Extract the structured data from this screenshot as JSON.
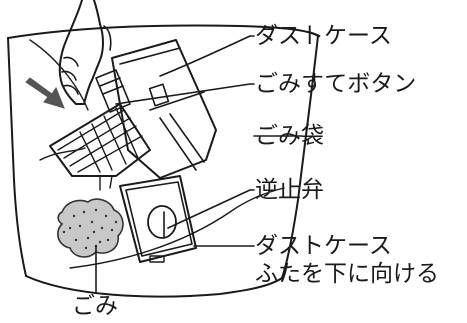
{
  "labels": {
    "dust_case": "ダストケース",
    "dump_button": "ごみすてボタン",
    "trash_bag": "ごみ袋",
    "check_valve": "逆止弁",
    "dust_case_lid_line1": "ダストケース",
    "dust_case_lid_line2": "ふたを下に向ける",
    "dust": "ごみ"
  },
  "icons": {
    "arrow": "press-direction-arrow"
  },
  "colors": {
    "line": "#1a1a1a",
    "arrow": "#555555",
    "dust": "#888888"
  }
}
